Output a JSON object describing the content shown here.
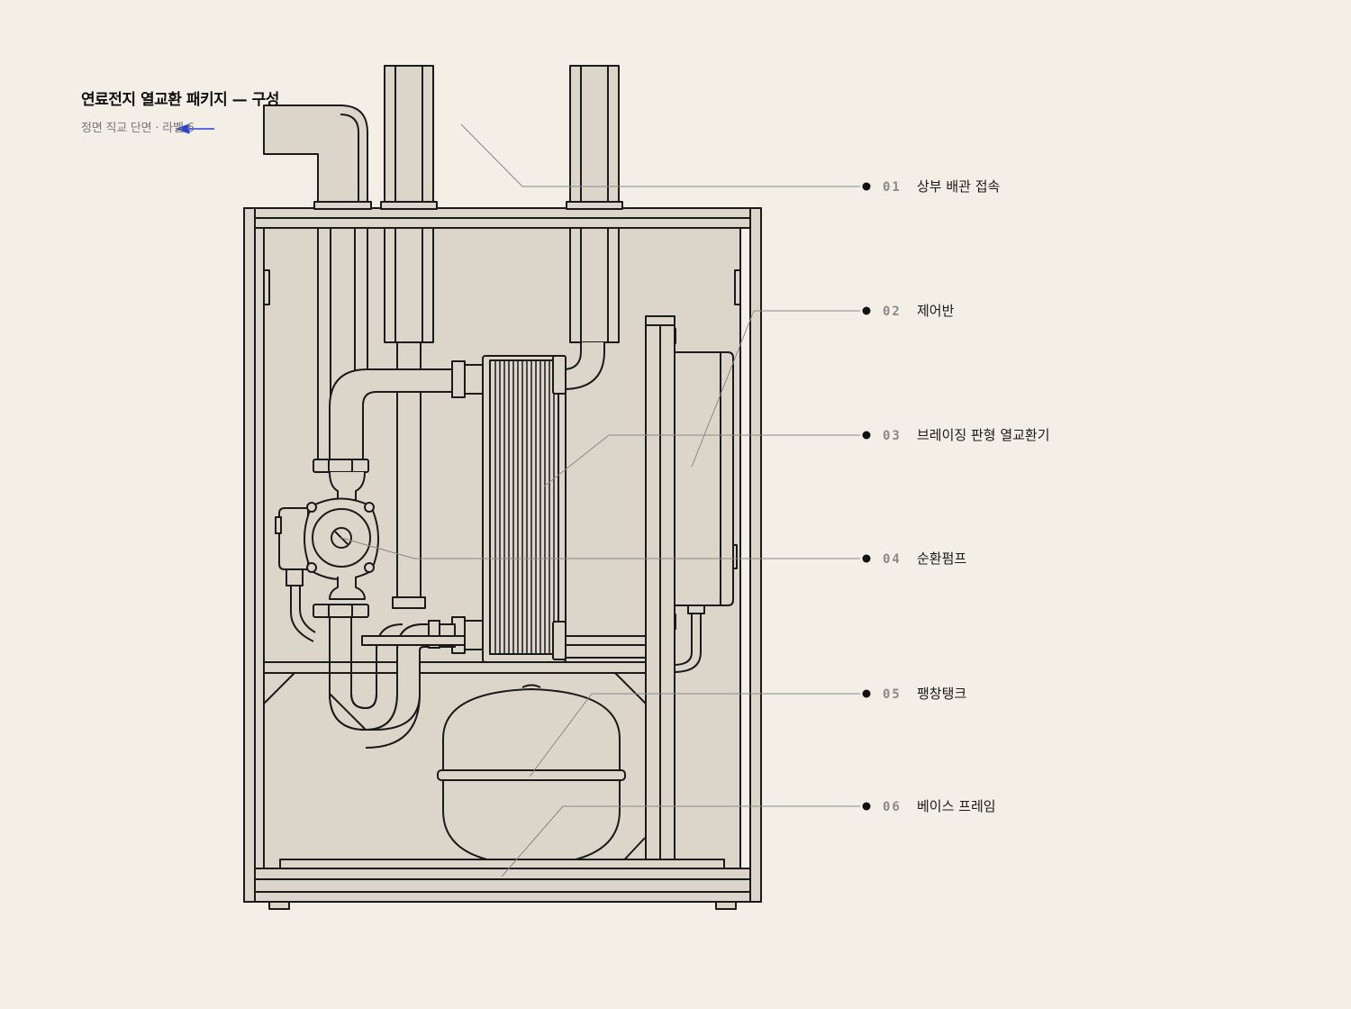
{
  "header": {
    "title": "연료전지 열교환 패키지 — 구성",
    "subtitle": "정면 직교 단면 · 라벨 6"
  },
  "colors": {
    "background": "#f3efe7",
    "fill": "#dcd5ca",
    "stroke": "#1a1a1a",
    "leader": "#8a8a8a",
    "arrow": "#2a3fd6"
  },
  "callouts": [
    {
      "num": "01",
      "label": "상부 배관 접속"
    },
    {
      "num": "02",
      "label": "제어반"
    },
    {
      "num": "03",
      "label": "브레이징 판형 열교환기"
    },
    {
      "num": "04",
      "label": "순환펌프"
    },
    {
      "num": "05",
      "label": "팽창탱크"
    },
    {
      "num": "06",
      "label": "베이스 프레임"
    }
  ]
}
